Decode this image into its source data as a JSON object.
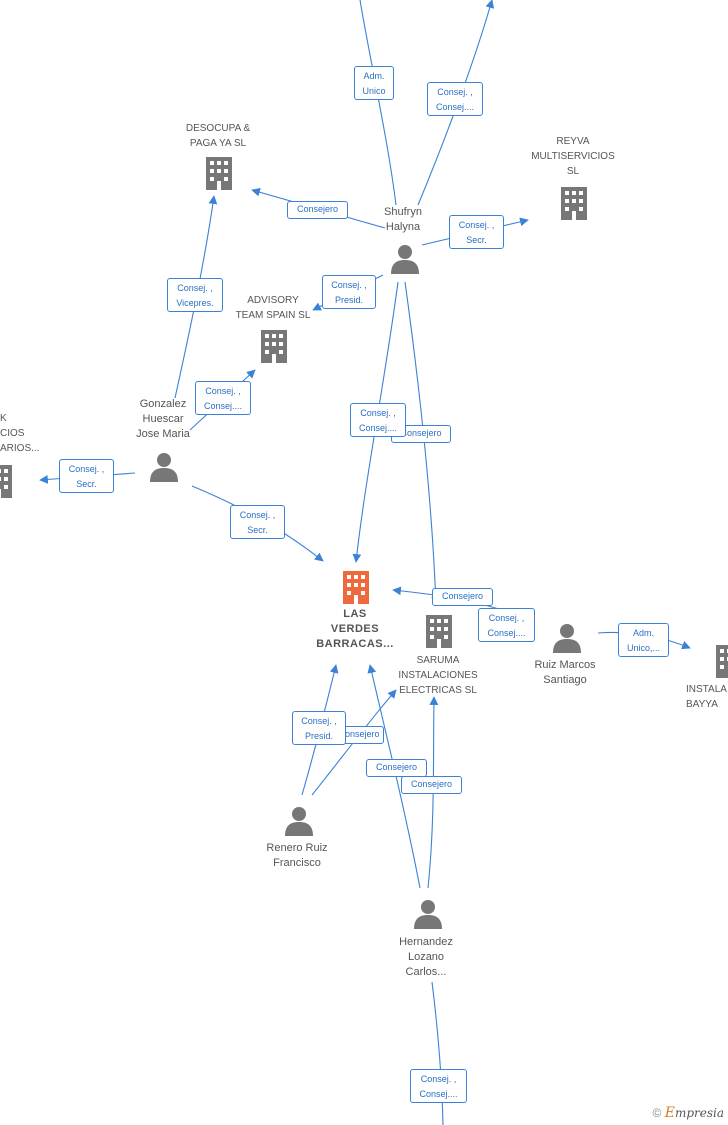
{
  "colors": {
    "edge": "#3b82d6",
    "company": "#777777",
    "company_main": "#ee6a3c",
    "person": "#777777"
  },
  "nodes": {
    "desocupa": "DESOCUPA &\nPAGA YA  SL",
    "reyva": "REYVA\nMULTISERVICIOS\nSL",
    "shufryn": "Shufryn\nHalyna",
    "advisory": "ADVISORY\nTEAM SPAIN  SL",
    "gonzalez": "Gonzalez\nHuescar\nJose Maria",
    "left_cut": "K\nCIOS\nARIOS...",
    "main": "LAS\nVERDES\nBARRACAS...",
    "saruma": "SARUMA\nINSTALACIONES\nELECTRICAS  SL",
    "ruiz": "Ruiz Marcos\nSantiago",
    "right_cut": "INSTALA\nBAYYA",
    "renero": "Renero Ruiz\nFrancisco",
    "hernandez": "Hernandez\nLozano\nCarlos..."
  },
  "edges": {
    "e1": "Adm.\nUnico",
    "e2": "Consej. ,\nConsej....",
    "e3": "Consejero",
    "e4": "Consej. ,\nSecr.",
    "e5": "Consej. ,\nPresid.",
    "e6": "Consej. ,\nVicepres.",
    "e7": "Consej. ,\nConsej....",
    "e8": "Consej. ,\nSecr.",
    "e9": "Consej. ,\nConsej....",
    "e10": "Consejero",
    "e11": "Consej. ,\nSecr.",
    "e12": "Consejero",
    "e13": "Consej. ,\nConsej....",
    "e14": "Adm.\nUnico,...",
    "e15": "Consej. ,\nPresid.",
    "e16": "Consejero",
    "e17": "Consejero",
    "e18": "Consejero",
    "e19": "Consej. ,\nConsej...."
  },
  "footer": {
    "copyright": "©",
    "brand_initial": "E",
    "brand_rest": "mpresia"
  }
}
